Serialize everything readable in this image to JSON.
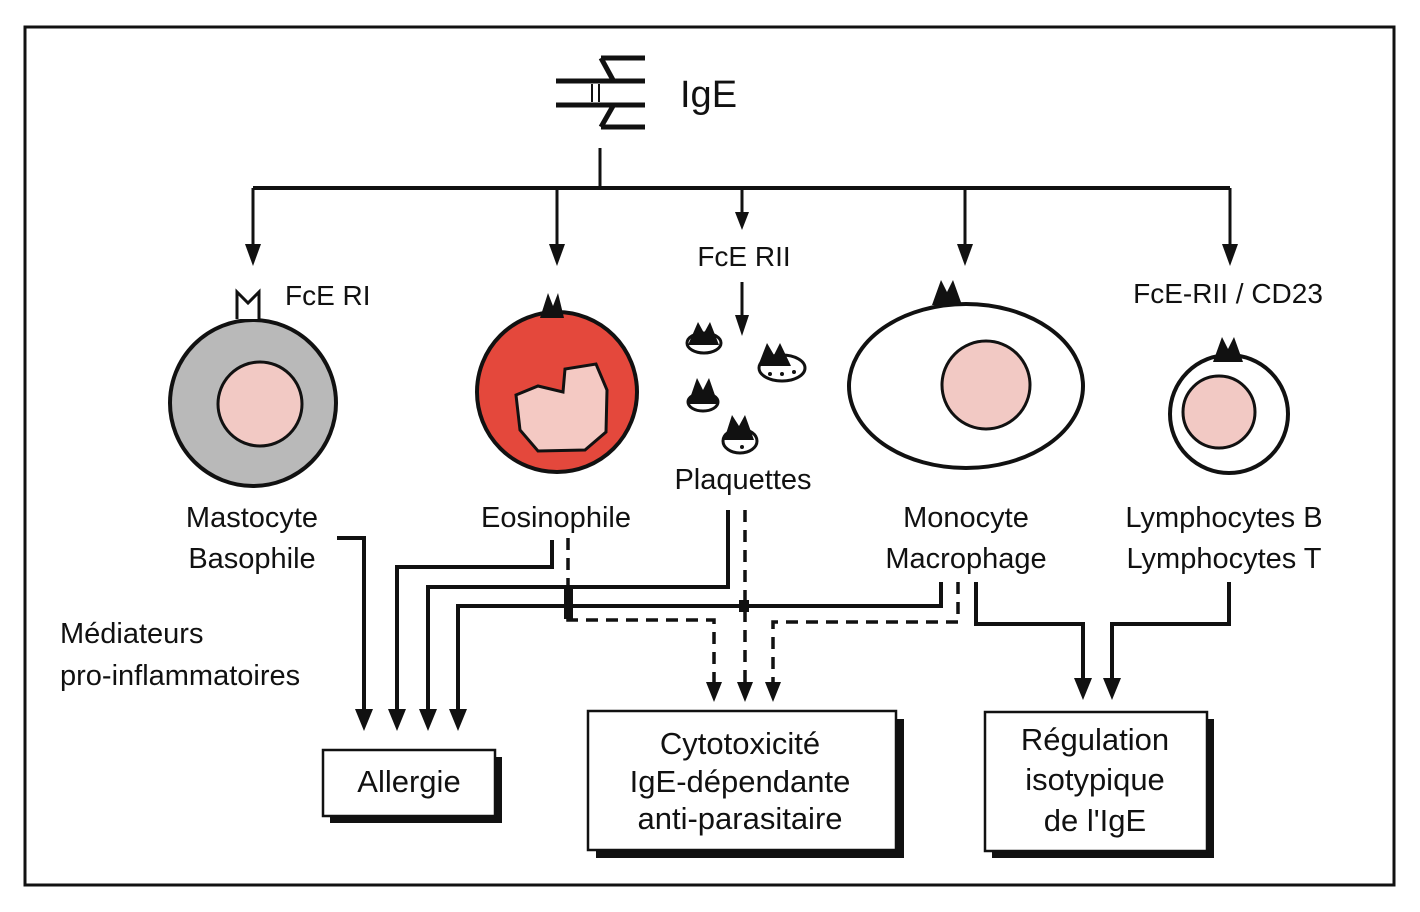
{
  "title": "IgE",
  "receptors": {
    "fce_ri": "FcE RI",
    "fce_rii": "FcE RII",
    "fce_rii_cd23": "FcE-RII / CD23"
  },
  "cells": [
    {
      "id": "mastocyte",
      "lines": [
        "Mastocyte",
        "Basophile"
      ],
      "fill": "#b9b9b9",
      "nucleus": "#f2c9c4"
    },
    {
      "id": "eosinophile",
      "lines": [
        "Eosinophile"
      ],
      "fill": "#e4483c",
      "nucleus": "#f4c9c3"
    },
    {
      "id": "plaquettes",
      "lines": [
        "Plaquettes"
      ]
    },
    {
      "id": "monocyte",
      "lines": [
        "Monocyte",
        "Macrophage"
      ],
      "fill": "#ffffff",
      "nucleus": "#f2c9c4"
    },
    {
      "id": "lymphocytes",
      "lines": [
        "Lymphocytes B",
        "Lymphocytes T"
      ],
      "fill": "#ffffff",
      "nucleus": "#f2c9c4"
    }
  ],
  "side_note": [
    "Médiateurs",
    "pro-inflammatoires"
  ],
  "outcomes": {
    "allergie": [
      "Allergie"
    ],
    "cytotoxicite": [
      "Cytotoxicité",
      "IgE-dépendante",
      "anti-parasitaire"
    ],
    "regulation": [
      "Régulation",
      "isotypique",
      "de l'IgE"
    ]
  },
  "colors": {
    "line": "#111111",
    "mastocyte_cytoplasm": "#b9b9b9",
    "eosinophile_cytoplasm": "#e4483c",
    "nucleus": "#f2c9c4"
  }
}
